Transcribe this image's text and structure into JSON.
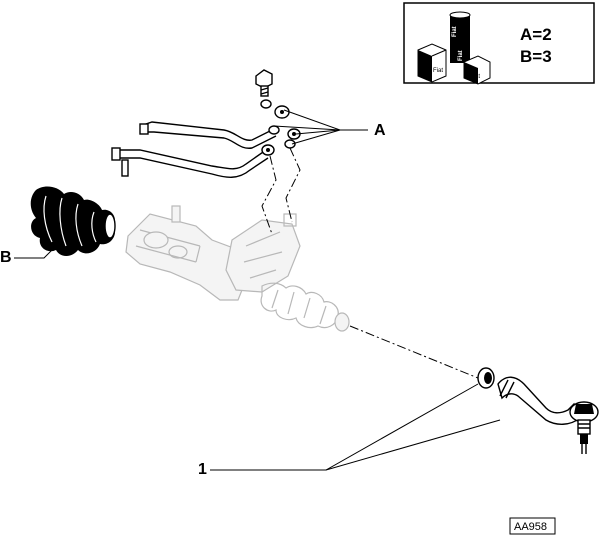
{
  "legend": {
    "line_a": "A=2",
    "line_b": "B=3",
    "can_label_1": "Fiat",
    "can_label_2": "Fiat",
    "box_label_left": "Fiat",
    "box_label_right": "Fiat"
  },
  "callouts": {
    "a": "A",
    "b": "B",
    "one": "1"
  },
  "drawing_code": "AA958"
}
